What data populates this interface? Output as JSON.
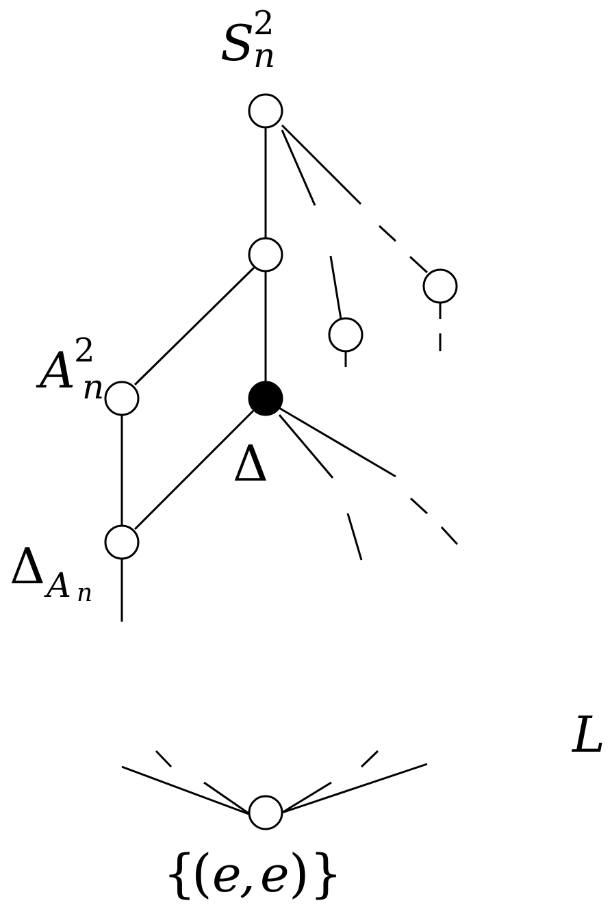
{
  "labels": {
    "top": {
      "base": "S",
      "sup": "2",
      "sub": "n"
    },
    "alt": {
      "base": "A",
      "sup": "2",
      "sub": "n"
    },
    "diag": {
      "base": "Δ"
    },
    "diag_alt": {
      "base": "Δ",
      "sub_base": "A",
      "sub_sub": "n"
    },
    "lattice": {
      "base": "L"
    },
    "bottom": {
      "open": "{",
      "paren_open": "(",
      "e1": "e",
      "comma": ",",
      "e2": "e",
      "paren_close": ")",
      "close": "}"
    }
  },
  "colors": {
    "stroke": "#000000",
    "open_fill": "#ffffff",
    "filled_fill": "#000000"
  }
}
